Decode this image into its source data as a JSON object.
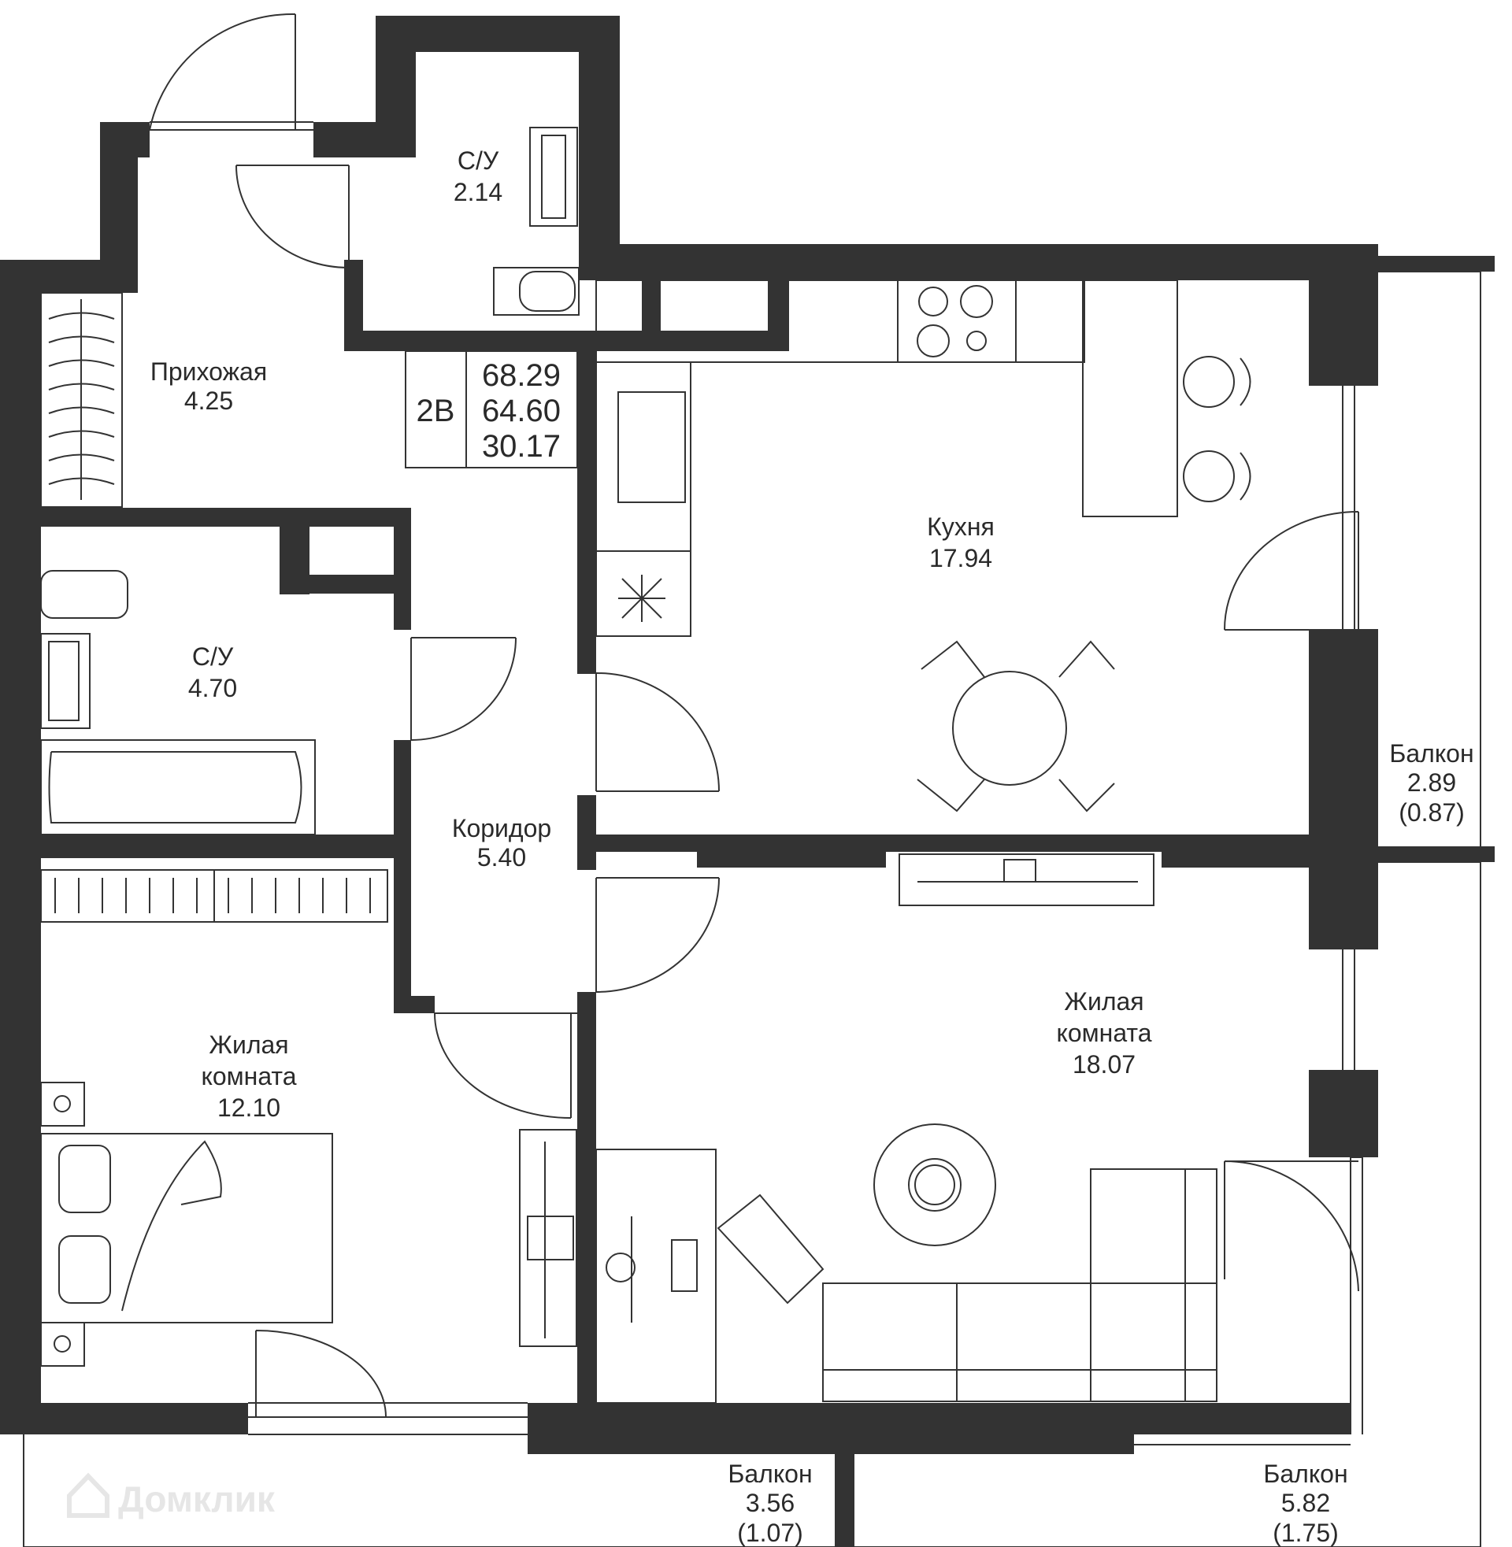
{
  "apartment": {
    "type": "2B",
    "area_total": "68.29",
    "area_living_total": "64.60",
    "area_living": "30.17"
  },
  "rooms": {
    "bath_small": {
      "name": "С/У",
      "area": "2.14"
    },
    "hallway": {
      "name": "Прихожая",
      "area": "4.25"
    },
    "kitchen": {
      "name": "Кухня",
      "area": "17.94"
    },
    "bath_large": {
      "name": "С/У",
      "area": "4.70"
    },
    "corridor": {
      "name": "Коридор",
      "area": "5.40"
    },
    "bedroom": {
      "name_line1": "Жилая",
      "name_line2": "комната",
      "area": "12.10"
    },
    "living": {
      "name_line1": "Жилая",
      "name_line2": "комната",
      "area": "18.07"
    },
    "balcony_east": {
      "name": "Балкон",
      "area": "2.89",
      "area_reduced": "(0.87)"
    },
    "balcony_south_left": {
      "name": "Балкон",
      "area": "3.56",
      "area_reduced": "(1.07)"
    },
    "balcony_south_right": {
      "name": "Балкон",
      "area": "5.82",
      "area_reduced": "(1.75)"
    }
  },
  "watermark": "Домклик",
  "colors": {
    "wall": "#333333",
    "line": "#333333",
    "background": "#ffffff",
    "watermark": "#e6e6e6"
  }
}
